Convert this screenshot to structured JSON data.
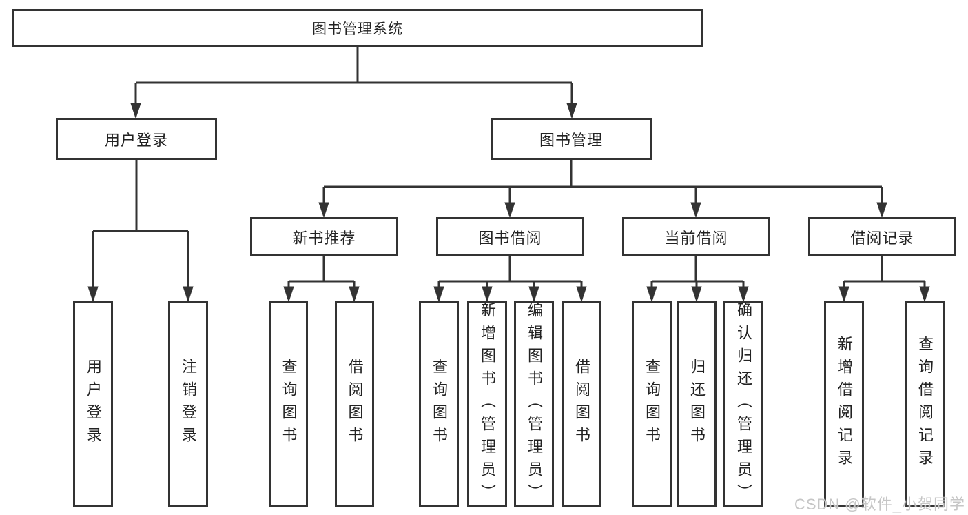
{
  "colors": {
    "line": "#333333",
    "text": "#222222",
    "watermark": "#c6c6c6",
    "background": "#ffffff"
  },
  "diagram": {
    "root": {
      "label": "图书管理系统"
    },
    "branches": [
      {
        "label": "用户登录",
        "leaves": [
          {
            "label": "用户登录"
          },
          {
            "label": "注销登录"
          }
        ]
      },
      {
        "label": "图书管理",
        "groups": [
          {
            "label": "新书推荐",
            "leaves": [
              {
                "label": "查询图书"
              },
              {
                "label": "借阅图书"
              }
            ]
          },
          {
            "label": "图书借阅",
            "leaves": [
              {
                "label": "查询图书"
              },
              {
                "label": "新增图书（管理员）"
              },
              {
                "label": "编辑图书（管理员）"
              },
              {
                "label": "借阅图书"
              }
            ]
          },
          {
            "label": "当前借阅",
            "leaves": [
              {
                "label": "查询图书"
              },
              {
                "label": "归还图书"
              },
              {
                "label": "确认归还（管理员）"
              }
            ]
          },
          {
            "label": "借阅记录",
            "leaves": [
              {
                "label": "新增借阅记录"
              },
              {
                "label": "查询借阅记录"
              }
            ]
          }
        ]
      }
    ],
    "watermark": "CSDN @软件_小贺同学"
  }
}
